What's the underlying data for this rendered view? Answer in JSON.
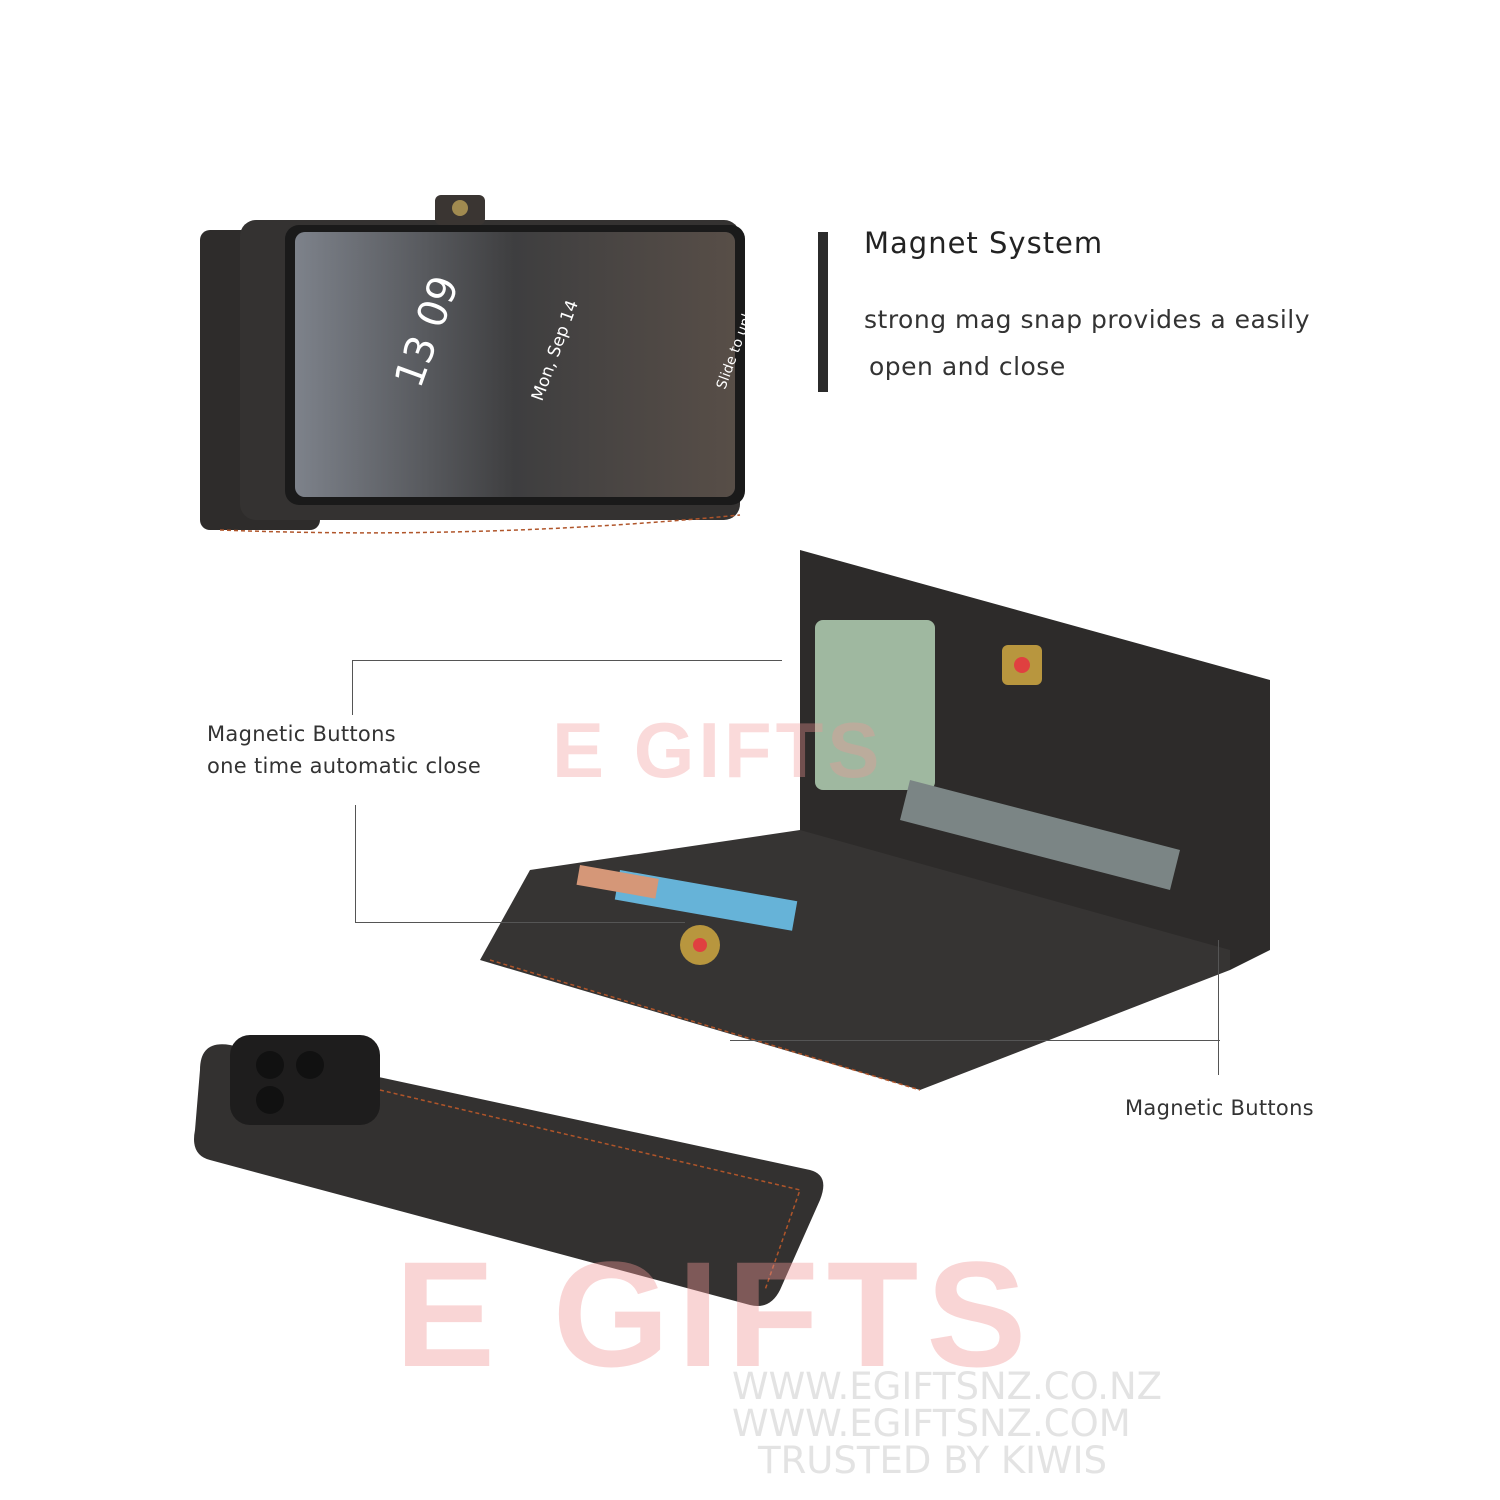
{
  "feature": {
    "title": "Magnet System",
    "description_line1": "strong mag snap provides a easily",
    "description_line2": "open and close"
  },
  "callouts": {
    "left_title": "Magnetic Buttons",
    "left_subtitle": "one time automatic close",
    "right_title": "Magnetic Buttons"
  },
  "watermark": {
    "brand": "E GIFTS",
    "url1": "WWW.EGIFTSNZ.CO.NZ",
    "url2": "WWW.EGIFTSNZ.COM",
    "tagline": "TRUSTED BY KIWIS"
  },
  "phone_screen": {
    "time": "13 09",
    "date": "Mon, Sep 14",
    "unlock": "Slide to unlock"
  },
  "colors": {
    "leather": "#2f2d2c",
    "stitch": "#b0552a",
    "accent_bar": "#2b2b2b",
    "watermark": "#f09696"
  }
}
